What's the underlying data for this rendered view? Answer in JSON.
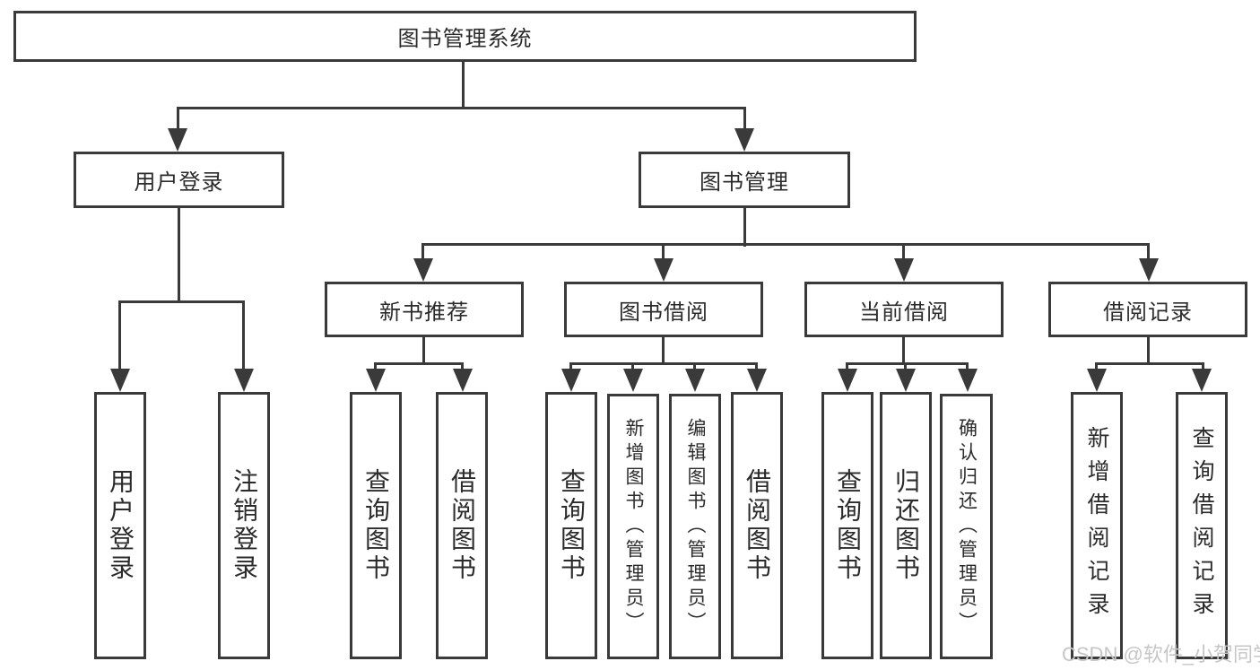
{
  "diagram_title": "图书管理系统",
  "watermark": "CSDN @软件_小贺同学",
  "colors": {
    "line": "#3a3a3a",
    "text": "#2b2b2b",
    "watermark": "#c6c6c6",
    "background": "#ffffff"
  },
  "nodes": {
    "root": "图书管理系统",
    "user_login": "用户登录",
    "book_management": "图书管理",
    "new_book_recommend": "新书推荐",
    "book_borrowing": "图书借阅",
    "current_borrowing": "当前借阅",
    "borrowing_records": "借阅记录",
    "leaf_user_login": "用户登录",
    "leaf_logout_login": "注销登录",
    "leaf_query_books_1": "查询图书",
    "leaf_borrow_books_1": "借阅图书",
    "leaf_query_books_2": "查询图书",
    "leaf_add_books_admin": "新增图书（管理员）",
    "leaf_edit_books_admin": "编辑图书（管理员）",
    "leaf_borrow_books_2": "借阅图书",
    "leaf_query_books_3": "查询图书",
    "leaf_return_books": "归还图书",
    "leaf_confirm_return_admin": "确认归还（管理员）",
    "leaf_add_borrow_record": "新增借阅记录",
    "leaf_query_borrow_record": "查询借阅记录"
  },
  "hierarchy": {
    "图书管理系统": {
      "用户登录": [
        "用户登录",
        "注销登录"
      ],
      "图书管理": {
        "新书推荐": [
          "查询图书",
          "借阅图书"
        ],
        "图书借阅": [
          "查询图书",
          "新增图书（管理员）",
          "编辑图书（管理员）",
          "借阅图书"
        ],
        "当前借阅": [
          "查询图书",
          "归还图书",
          "确认归还（管理员）"
        ],
        "借阅记录": [
          "新增借阅记录",
          "查询借阅记录"
        ]
      }
    }
  }
}
